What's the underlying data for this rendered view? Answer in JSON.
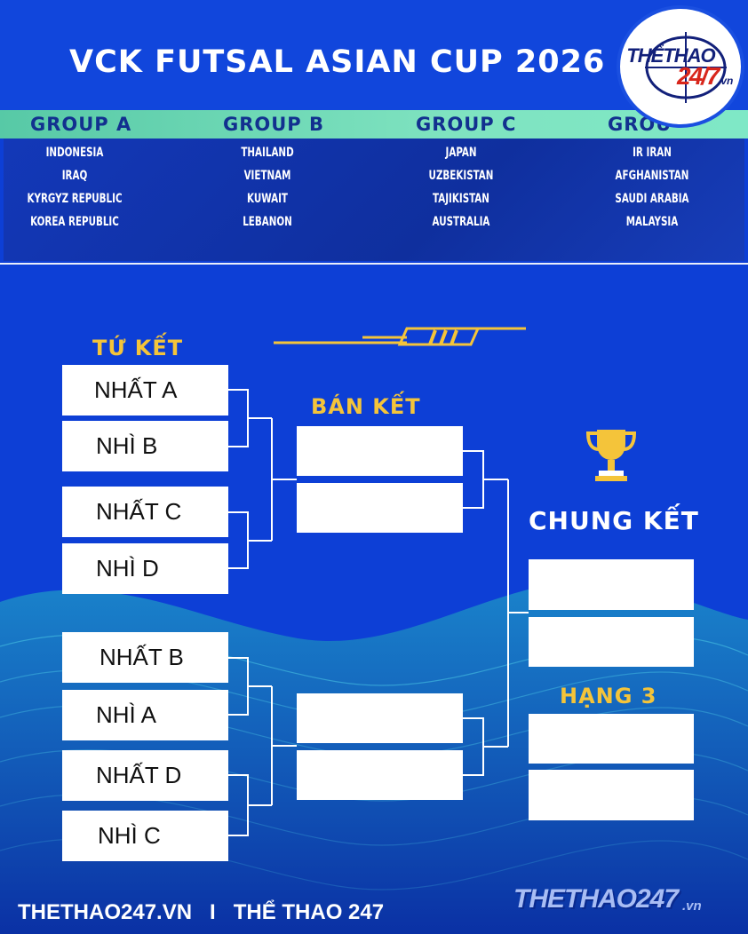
{
  "header": {
    "title": "VCK FUTSAL ASIAN CUP 2026",
    "logo": {
      "line1": "THỂTHAO",
      "line2": "24/7",
      "line3": ".vn"
    }
  },
  "groups": [
    {
      "name": "GROUP A",
      "teams": [
        "INDONESIA",
        "IRAQ",
        "KYRGYZ REPUBLIC",
        "KOREA REPUBLIC"
      ]
    },
    {
      "name": "GROUP B",
      "teams": [
        "THAILAND",
        "VIETNAM",
        "KUWAIT",
        "LEBANON"
      ]
    },
    {
      "name": "GROUP C",
      "teams": [
        "JAPAN",
        "UZBEKISTAN",
        "TAJIKISTAN",
        "AUSTRALIA"
      ]
    },
    {
      "name": "GROU",
      "teams": [
        "IR IRAN",
        "AFGHANISTAN",
        "SAUDI ARABIA",
        "MALAYSIA"
      ]
    }
  ],
  "bracket": {
    "quarterfinal_label": "TỨ KẾT",
    "semifinal_label": "BÁN KẾT",
    "final_label": "CHUNG KẾT",
    "third_place_label": "HẠNG 3",
    "quarterfinal_slots": [
      "NHẤT A",
      "NHÌ B",
      "NHẤT C",
      "NHÌ D",
      "NHẤT B",
      "NHÌ A",
      "NHẤT D",
      "NHÌ C"
    ]
  },
  "footer": {
    "left_text": "THETHAO247.VN   I   THỂ THAO 247",
    "brand": "THETHAO247",
    "brand_suffix": ".vn"
  },
  "colors": {
    "background": "#0d3fd6",
    "accent_gold": "#f4c43a",
    "group_band": "#7fe3c0",
    "group_title": "#12308f"
  }
}
